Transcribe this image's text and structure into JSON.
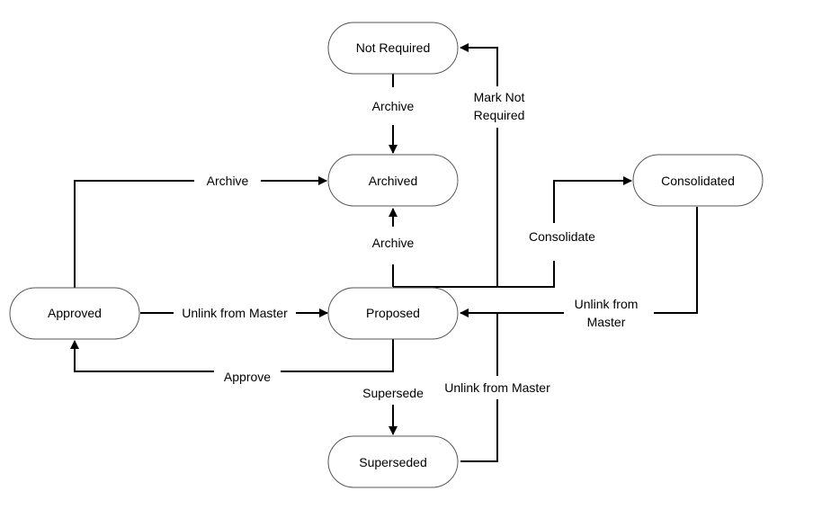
{
  "nodes": {
    "not_required": "Not Required",
    "archived": "Archived",
    "consolidated": "Consolidated",
    "approved": "Approved",
    "proposed": "Proposed",
    "superseded": "Superseded"
  },
  "edges": {
    "not_required_archive": "Archive",
    "mark_not_required_line1": "Mark Not",
    "mark_not_required_line2": "Required",
    "approved_archive": "Archive",
    "proposed_archive": "Archive",
    "consolidate": "Consolidate",
    "unlink_from_master_left": "Unlink from Master",
    "unlink_consolidated_line1": "Unlink from",
    "unlink_consolidated_line2": "Master",
    "approve": "Approve",
    "supersede": "Supersede",
    "unlink_superseded": "Unlink from Master"
  }
}
